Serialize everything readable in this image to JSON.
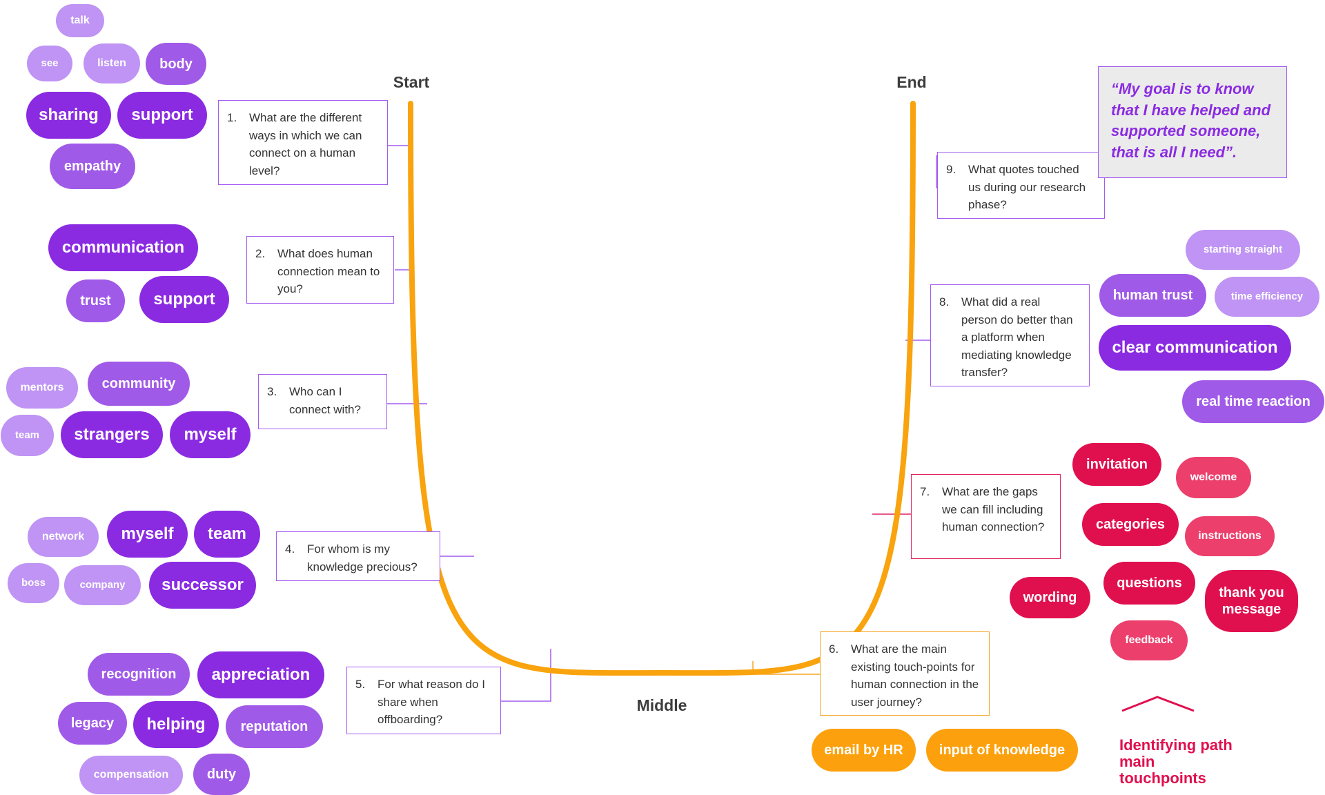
{
  "phases": {
    "start": "Start",
    "end": "End",
    "middle": "Middle"
  },
  "colors": {
    "curve": "#f9a30e",
    "purple": "#8a2be2",
    "red": "#e0104f",
    "orange": "#fca10d"
  },
  "questions": [
    {
      "num": "1.",
      "text": "What are the different ways in which we can connect on a human level?"
    },
    {
      "num": "2.",
      "text": "What does human connection mean to you?"
    },
    {
      "num": "3.",
      "text": "Who can I connect with?"
    },
    {
      "num": "4.",
      "text": "For whom is my knowledge precious?"
    },
    {
      "num": "5.",
      "text": "For what reason do I share when offboarding?"
    },
    {
      "num": "6.",
      "text": "What are the main existing touch-points for human connection in the user journey?"
    },
    {
      "num": "7.",
      "text": "What are the gaps we can fill including human connection?"
    },
    {
      "num": "8.",
      "text": "What did a real person do better than a platform when mediating knowledge transfer?"
    },
    {
      "num": "9.",
      "text": "What quotes touched us during our research phase?"
    }
  ],
  "quote": "“My goal is to know that I have helped and supported someone, that is all I need”.",
  "tags": {
    "q1": [
      "talk",
      "see",
      "listen",
      "body",
      "sharing",
      "support",
      "empathy"
    ],
    "q2": [
      "communication",
      "trust",
      "support"
    ],
    "q3": [
      "mentors",
      "community",
      "team",
      "strangers",
      "myself"
    ],
    "q4": [
      "network",
      "myself",
      "team",
      "boss",
      "company",
      "successor"
    ],
    "q5": [
      "recognition",
      "appreciation",
      "legacy",
      "helping",
      "reputation",
      "compensation",
      "duty"
    ],
    "q6": [
      "email by HR",
      "input of knowledge"
    ],
    "q7": [
      "invitation",
      "welcome",
      "categories",
      "instructions",
      "wording",
      "questions",
      "thank you message",
      "feedback"
    ],
    "q8": [
      "starting straight",
      "human trust",
      "time efficiency",
      "clear communication",
      "real time reaction"
    ]
  },
  "legend": {
    "text": "Identifying path main touchpoints",
    "icon": "chevron-up-icon"
  }
}
